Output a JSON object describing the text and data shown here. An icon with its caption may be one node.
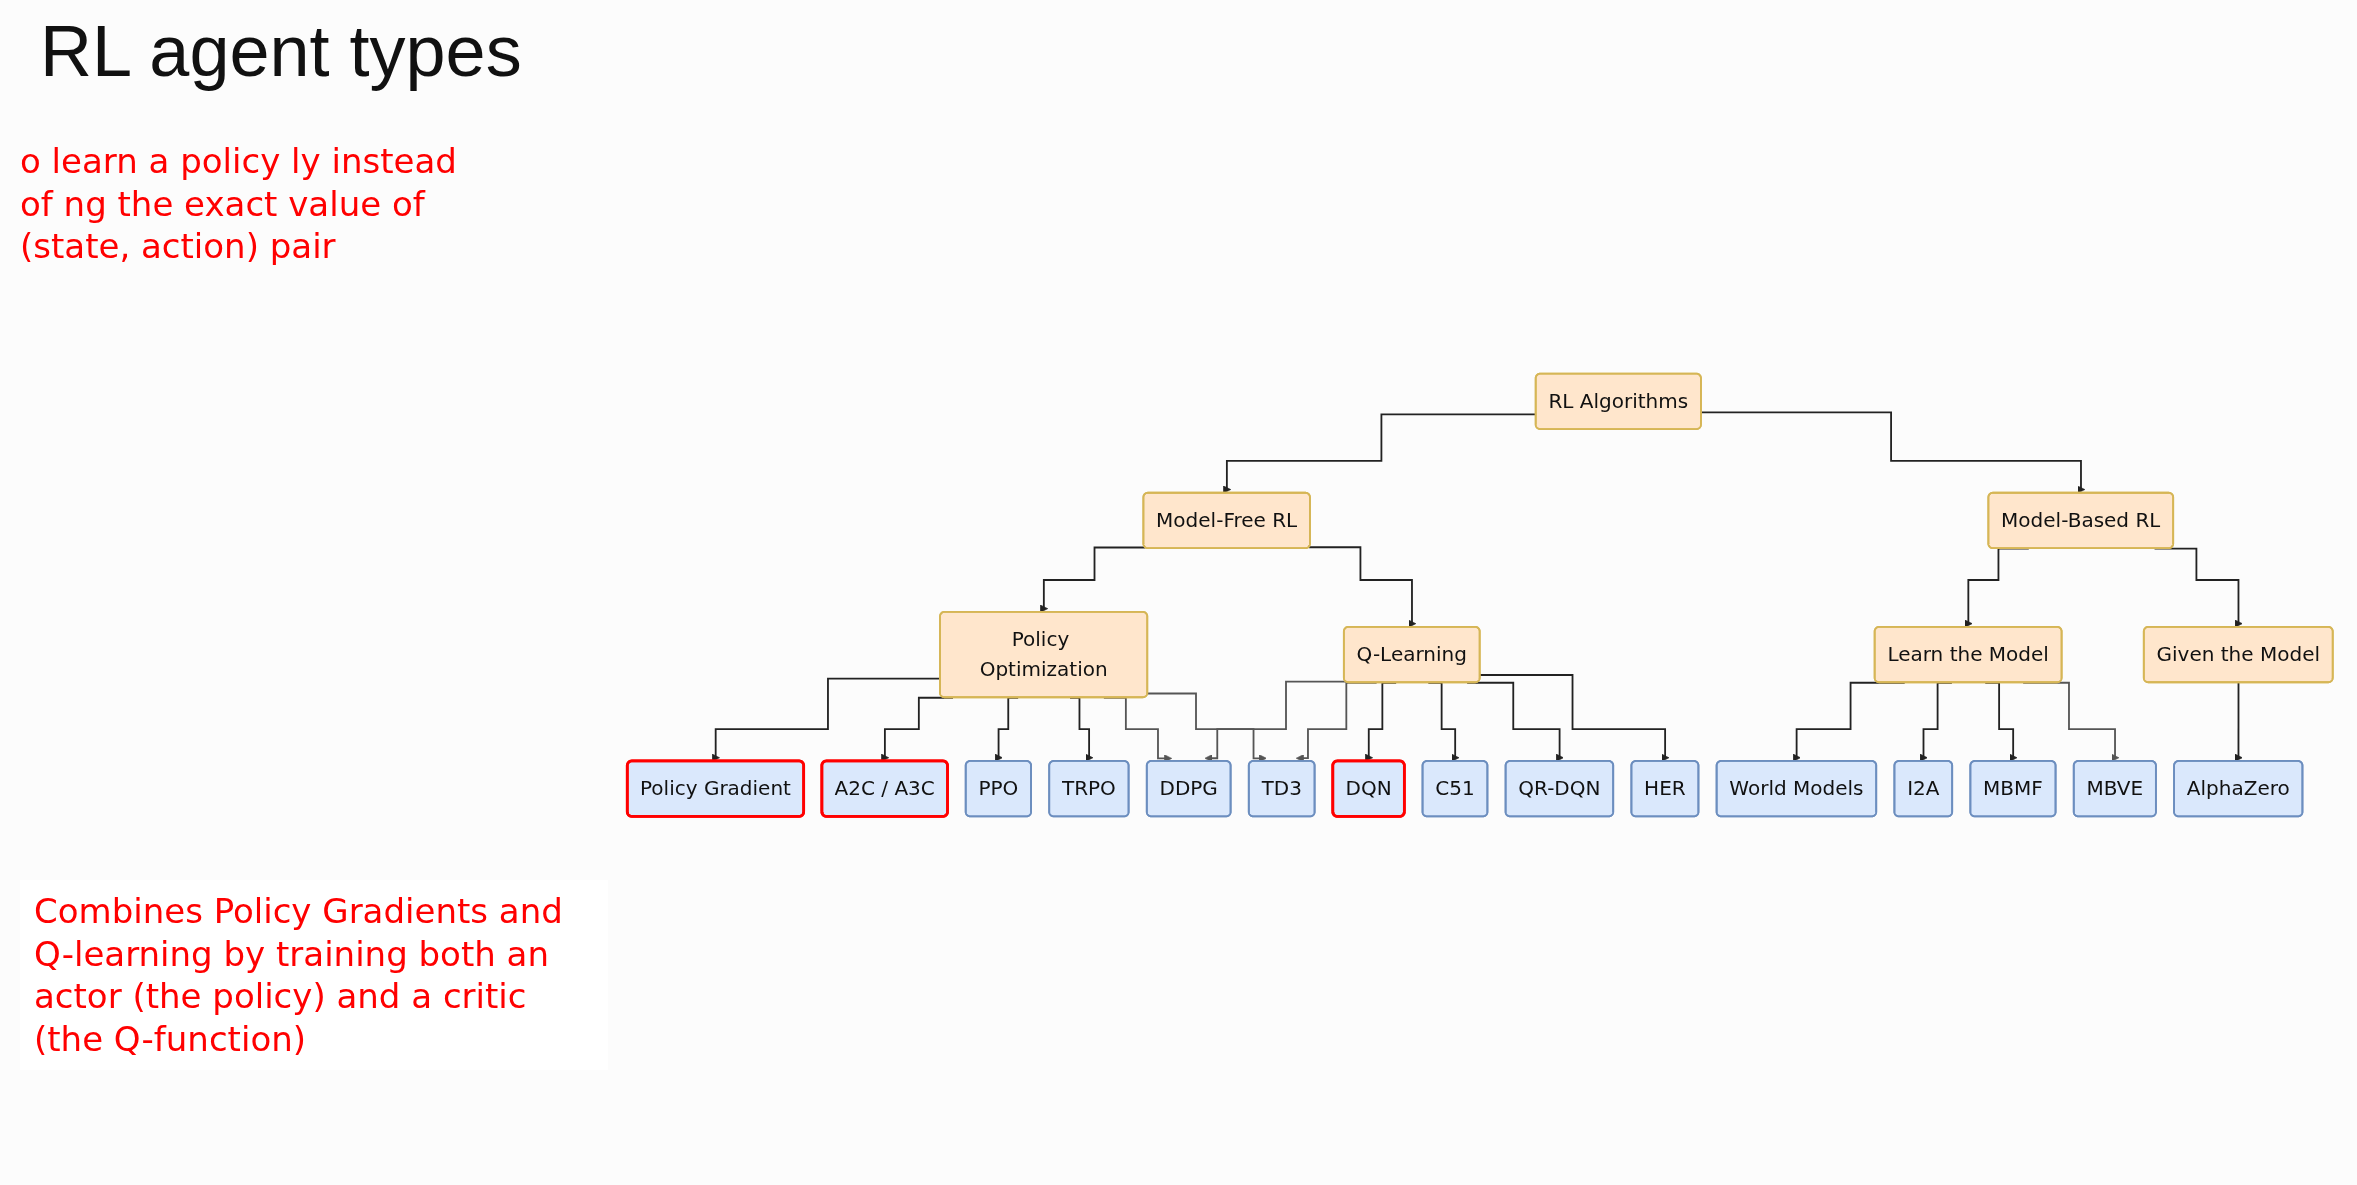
{
  "diagram": {
    "title": "RL agent types",
    "nodes": [
      {
        "text": [
          "RL Algorithms"
        ]
      },
      {
        "text": [
          "Model-Free RL"
        ]
      },
      {
        "text": [
          "Model-Based RL"
        ]
      },
      {
        "text": [
          "Policy Optimization"
        ]
      },
      {
        "text": [
          "Q-Learning"
        ]
      },
      {
        "text": [
          "Learn the Model"
        ]
      },
      {
        "text": [
          "Given the Model"
        ]
      },
      {
        "text": [
          "Policy Gradient"
        ]
      },
      {
        "text": [
          "DQN"
        ]
      },
      {
        "text": [
          "World Models"
        ]
      },
      {
        "text": [
          "AlphaZero"
        ]
      },
      {
        "text": [
          "DDPG"
        ]
      },
      {
        "text": [
          "A2C / A3C"
        ]
      },
      {
        "text": [
          "C51"
        ]
      },
      {
        "text": [
          "I2A"
        ]
      },
      {
        "text": [
          "TD3"
        ]
      },
      {
        "text": [
          "PPO"
        ]
      },
      {
        "text": [
          "QR-DQN"
        ]
      },
      {
        "text": [
          "MBMF"
        ]
      },
      {
        "text": [
          "TRPO"
        ]
      },
      {
        "text": [
          "HER"
        ]
      },
      {
        "text": [
          "MBVE"
        ]
      }
    ],
    "edges": [
      {
        "from": 0,
        "to": 1,
        "arrow": "to"
      },
      {
        "from": 0,
        "to": 2,
        "arrow": "to"
      },
      {
        "from": 1,
        "to": 3,
        "arrow": "to"
      },
      {
        "from": 1,
        "to": 4,
        "arrow": "to"
      },
      {
        "from": 2,
        "to": 5,
        "arrow": "to"
      },
      {
        "from": 2,
        "to": 6,
        "arrow": "to"
      },
      {
        "from": 3,
        "to": 7,
        "arrow": "to"
      },
      {
        "from": 3,
        "to": 12,
        "arrow": "to"
      },
      {
        "from": 3,
        "to": 16,
        "arrow": "to"
      },
      {
        "from": 3,
        "to": 19,
        "arrow": "to"
      },
      {
        "from": 3,
        "to": 11,
        "arrow": "to",
        "color": "#555555"
      },
      {
        "from": 3,
        "to": 15,
        "arrow": "to",
        "color": "#555555"
      },
      {
        "from": 4,
        "to": 8,
        "arrow": "to"
      },
      {
        "from": 4,
        "to": 13,
        "arrow": "to"
      },
      {
        "from": 4,
        "to": 17,
        "arrow": "to"
      },
      {
        "from": 4,
        "to": 20,
        "arrow": "to"
      },
      {
        "from": 4,
        "to": 11,
        "arrow": "to",
        "color": "#555555"
      },
      {
        "from": 4,
        "to": 15,
        "arrow": "to",
        "color": "#555555"
      },
      {
        "from": 5,
        "to": 9,
        "arrow": "to"
      },
      {
        "from": 5,
        "to": 14,
        "arrow": "to"
      },
      {
        "from": 5,
        "to": 18,
        "arrow": "to"
      },
      {
        "from": 5,
        "to": 21,
        "arrow": "to",
        "color": "#555555"
      },
      {
        "from": 6,
        "to": 10,
        "arrow": "to"
      }
    ],
    "labels": [
      "o learn a policy ly instead of ng the exact value of (state, action) pair",
      "Combines Policy Gradients and Q-learning by training both an actor (the policy) and a critic (the Q-function)"
    ]
  }
}
